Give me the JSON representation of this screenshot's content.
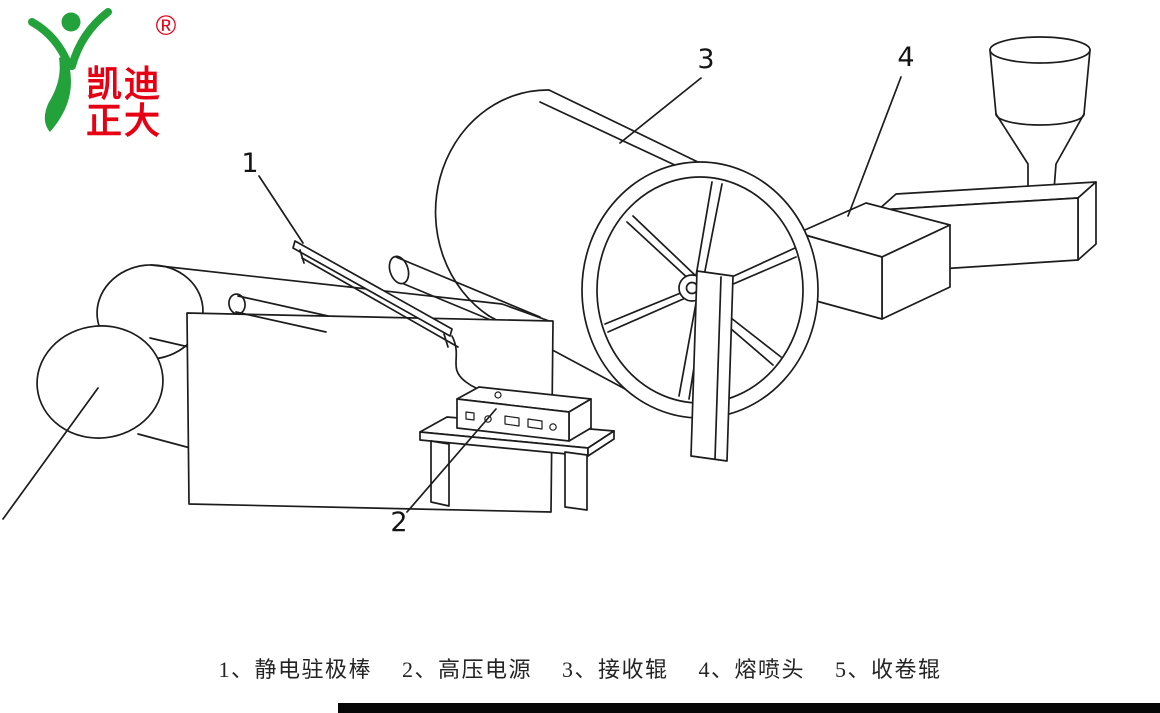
{
  "logo": {
    "text_line1": "凯迪",
    "text_line2": "正大",
    "registered_mark": "®",
    "green": "#23a23b",
    "red": "#e60013"
  },
  "part_labels": {
    "rod": "1",
    "power": "2",
    "roller": "3",
    "head": "4"
  },
  "caption": {
    "items": [
      "1、静电驻极棒",
      "2、高压电源",
      "3、接收辊",
      "4、熔喷头",
      "5、收卷辊"
    ]
  },
  "colors": {
    "line": "#1c1c1c",
    "background": "#ffffff",
    "footer_bar": "#060606"
  }
}
